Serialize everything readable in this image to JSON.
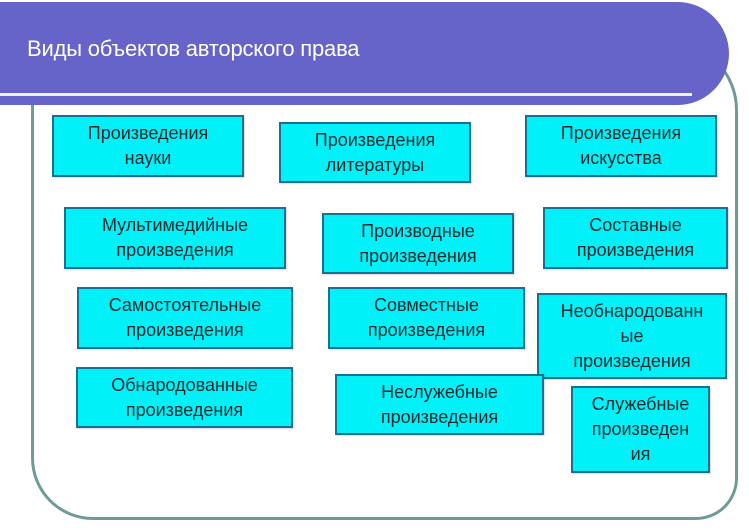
{
  "header": {
    "title": "Виды объектов авторского права"
  },
  "colors": {
    "header_bg": "#6664c8",
    "box_bg": "#00f1f7",
    "box_border": "#1d6e8f",
    "frame_border": "#6f9b97"
  },
  "boxes": [
    {
      "label": "Произведения\nнауки"
    },
    {
      "label": "Произведения\nлитературы"
    },
    {
      "label": "Произведения\nискусства"
    },
    {
      "label": "Мультимедийные\nпроизведения"
    },
    {
      "label": "Производные\nпроизведения"
    },
    {
      "label": "Составные\nпроизведения"
    },
    {
      "label": "Самостоятельные\nпроизведения"
    },
    {
      "label": "Совместные\nпроизведения"
    },
    {
      "label": "Необнародованн\nые\nпроизведения"
    },
    {
      "label": "Обнародованные\nпроизведения"
    },
    {
      "label": "Неслужебные\nпроизведения"
    },
    {
      "label": "Служебные\nпроизведен\nия"
    }
  ]
}
